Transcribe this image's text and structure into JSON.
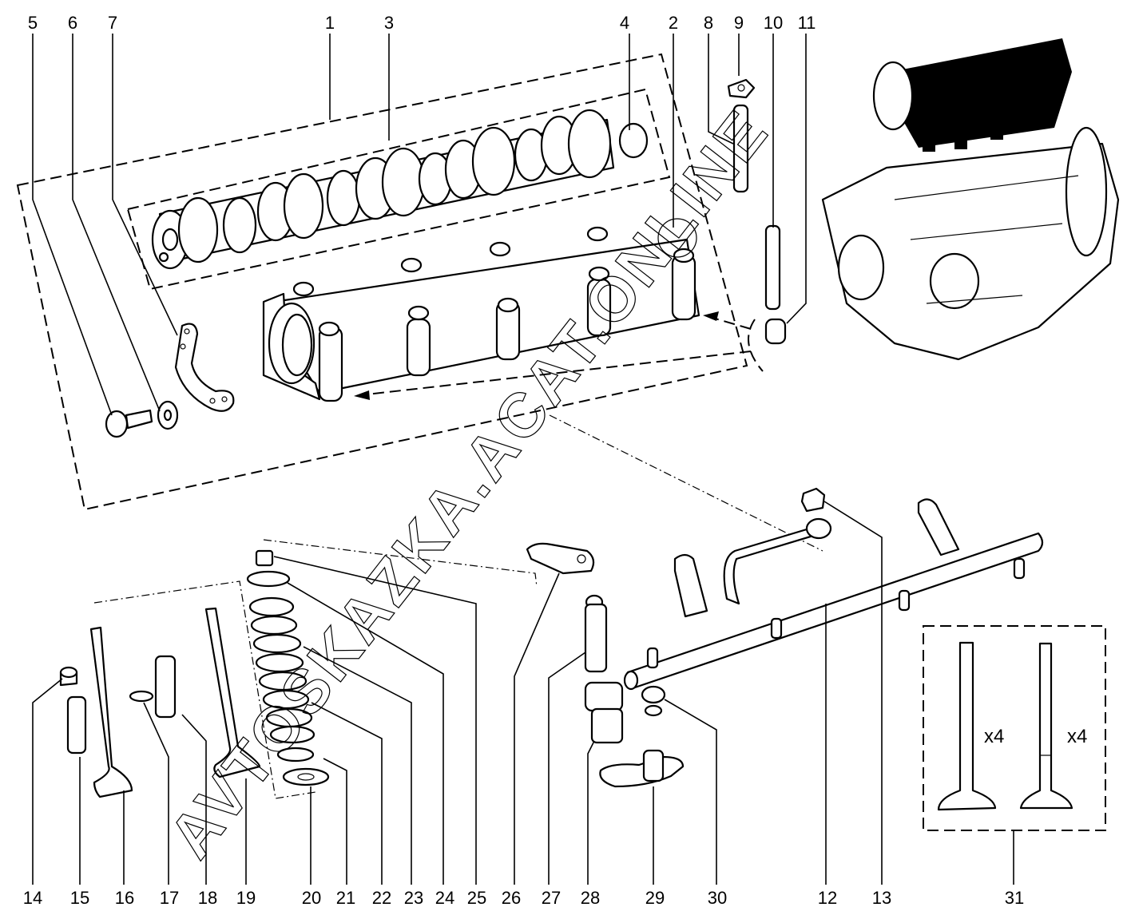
{
  "diagram": {
    "title": "Camshaft, valve train and rocker assembly exploded view",
    "watermark": "AVTOSKAZKA.ACAT.ONLINE",
    "parts": [
      {
        "id": "1",
        "label": "1",
        "description": "Camshaft housing assembly (group)"
      },
      {
        "id": "2",
        "label": "2",
        "description": "Camshaft carrier"
      },
      {
        "id": "3",
        "label": "3",
        "description": "Camshaft"
      },
      {
        "id": "4",
        "label": "4",
        "description": "Camshaft end plug"
      },
      {
        "id": "5",
        "label": "5",
        "description": "Bolt"
      },
      {
        "id": "6",
        "label": "6",
        "description": "Washer"
      },
      {
        "id": "7",
        "label": "7",
        "description": "Lifting bracket"
      },
      {
        "id": "8",
        "label": "8",
        "description": "Stud"
      },
      {
        "id": "9",
        "label": "9",
        "description": "Nut"
      },
      {
        "id": "10",
        "label": "10",
        "description": "Stud"
      },
      {
        "id": "11",
        "label": "11",
        "description": "Dowel sleeve"
      },
      {
        "id": "12",
        "label": "12",
        "description": "Oil gallery pipe"
      },
      {
        "id": "13",
        "label": "13",
        "description": "Nut"
      },
      {
        "id": "14",
        "label": "14",
        "description": "Valve stem seal"
      },
      {
        "id": "15",
        "label": "15",
        "description": "Valve guide"
      },
      {
        "id": "16",
        "label": "16",
        "description": "Intake valve"
      },
      {
        "id": "17",
        "label": "17",
        "description": "Circlip"
      },
      {
        "id": "18",
        "label": "18",
        "description": "Valve guide"
      },
      {
        "id": "19",
        "label": "19",
        "description": "Exhaust valve"
      },
      {
        "id": "20",
        "label": "20",
        "description": "Spring seat washer"
      },
      {
        "id": "21",
        "label": "21",
        "description": "Lower spring seat"
      },
      {
        "id": "22",
        "label": "22",
        "description": "Inner valve spring"
      },
      {
        "id": "23",
        "label": "23",
        "description": "Outer valve spring"
      },
      {
        "id": "24",
        "label": "24",
        "description": "Upper spring retainer"
      },
      {
        "id": "25",
        "label": "25",
        "description": "Valve collets"
      },
      {
        "id": "26",
        "label": "26",
        "description": "Rocker arm"
      },
      {
        "id": "27",
        "label": "27",
        "description": "Hydraulic lash adjuster"
      },
      {
        "id": "28",
        "label": "28",
        "description": "Adjuster housing"
      },
      {
        "id": "29",
        "label": "29",
        "description": "Bracket"
      },
      {
        "id": "30",
        "label": "30",
        "description": "Oil jet"
      },
      {
        "id": "31",
        "label": "31",
        "description": "Valve set"
      }
    ],
    "top_labels": [
      "5",
      "6",
      "7",
      "1",
      "3",
      "4",
      "2",
      "8",
      "9",
      "10",
      "11"
    ],
    "bottom_labels": [
      "14",
      "15",
      "16",
      "17",
      "18",
      "19",
      "20",
      "21",
      "22",
      "23",
      "24",
      "25",
      "26",
      "27",
      "28",
      "29",
      "30",
      "12",
      "13",
      "31"
    ],
    "valve_set": {
      "intake_qty": "x4",
      "exhaust_qty": "x4"
    }
  }
}
